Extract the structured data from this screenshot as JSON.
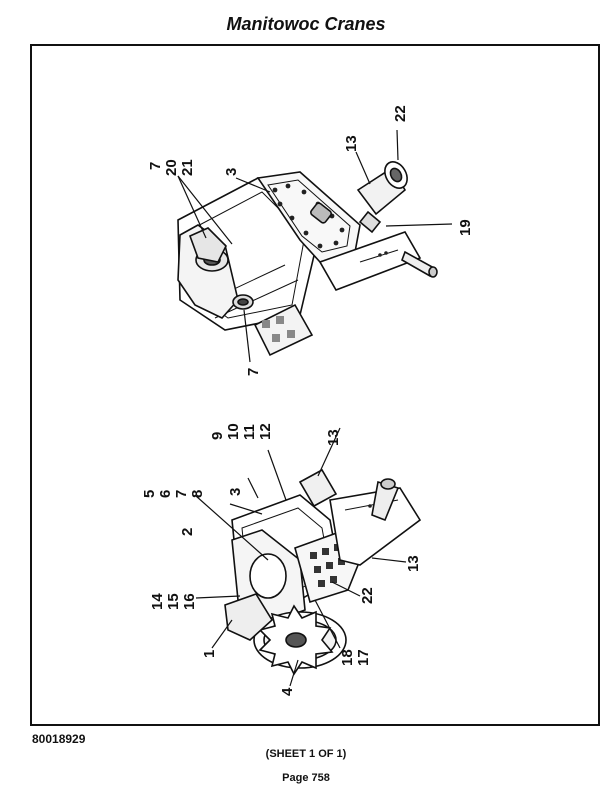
{
  "header": {
    "title": "Manitowoc Cranes"
  },
  "footer": {
    "doc_number": "80018929",
    "sheet": "(SHEET 1 OF 1)",
    "page": "Page 758"
  },
  "callouts": {
    "upper": {
      "c7_top": "7",
      "c20": "20",
      "c21": "21",
      "c3": "3",
      "c13": "13",
      "c22": "22",
      "c19": "19",
      "c7_bottom": "7"
    },
    "lower": {
      "c5": "5",
      "c6": "6",
      "c7": "7",
      "c8": "8",
      "c9": "9",
      "c10": "10",
      "c11": "11",
      "c12": "12",
      "c2": "2",
      "c3": "3",
      "c13_top": "13",
      "c14": "14",
      "c15": "15",
      "c16": "16",
      "c1": "1",
      "c4": "4",
      "c18": "18",
      "c17": "17",
      "c22": "22",
      "c13_bottom": "13"
    }
  }
}
